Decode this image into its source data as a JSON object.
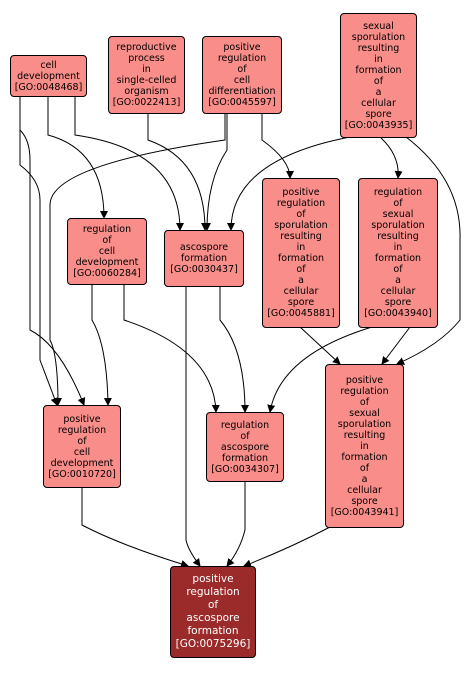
{
  "colors": {
    "node_fill": "#f98d8a",
    "focus_fill": "#9b2a2a",
    "focus_text": "#ffffff",
    "edge": "#000000"
  },
  "nodes": {
    "n48468": {
      "lines": [
        "cell",
        "development",
        "[GO:0048468]"
      ]
    },
    "n22413": {
      "lines": [
        "reproductive",
        "process",
        "in",
        "single-celled",
        "organism",
        "[GO:0022413]"
      ]
    },
    "n45597": {
      "lines": [
        "positive",
        "regulation",
        "of",
        "cell",
        "differentiation",
        "[GO:0045597]"
      ]
    },
    "n43935": {
      "lines": [
        "sexual",
        "sporulation",
        "resulting",
        "in",
        "formation",
        "of",
        "a",
        "cellular",
        "spore",
        "[GO:0043935]"
      ]
    },
    "n60284": {
      "lines": [
        "regulation",
        "of",
        "cell",
        "development",
        "[GO:0060284]"
      ]
    },
    "n30437": {
      "lines": [
        "ascospore",
        "formation",
        "[GO:0030437]"
      ]
    },
    "n45881": {
      "lines": [
        "positive",
        "regulation",
        "of",
        "sporulation",
        "resulting",
        "in",
        "formation",
        "of",
        "a",
        "cellular",
        "spore",
        "[GO:0045881]"
      ]
    },
    "n43940": {
      "lines": [
        "regulation",
        "of",
        "sexual",
        "sporulation",
        "resulting",
        "in",
        "formation",
        "of",
        "a",
        "cellular",
        "spore",
        "[GO:0043940]"
      ]
    },
    "n10720": {
      "lines": [
        "positive",
        "regulation",
        "of",
        "cell",
        "development",
        "[GO:0010720]"
      ]
    },
    "n34307": {
      "lines": [
        "regulation",
        "of",
        "ascospore",
        "formation",
        "[GO:0034307]"
      ]
    },
    "n43941": {
      "lines": [
        "positive",
        "regulation",
        "of",
        "sexual",
        "sporulation",
        "resulting",
        "in",
        "formation",
        "of",
        "a",
        "cellular",
        "spore",
        "[GO:0043941]"
      ]
    },
    "n75296": {
      "lines": [
        "positive",
        "regulation",
        "of",
        "ascospore",
        "formation",
        "[GO:0075296]"
      ]
    }
  }
}
